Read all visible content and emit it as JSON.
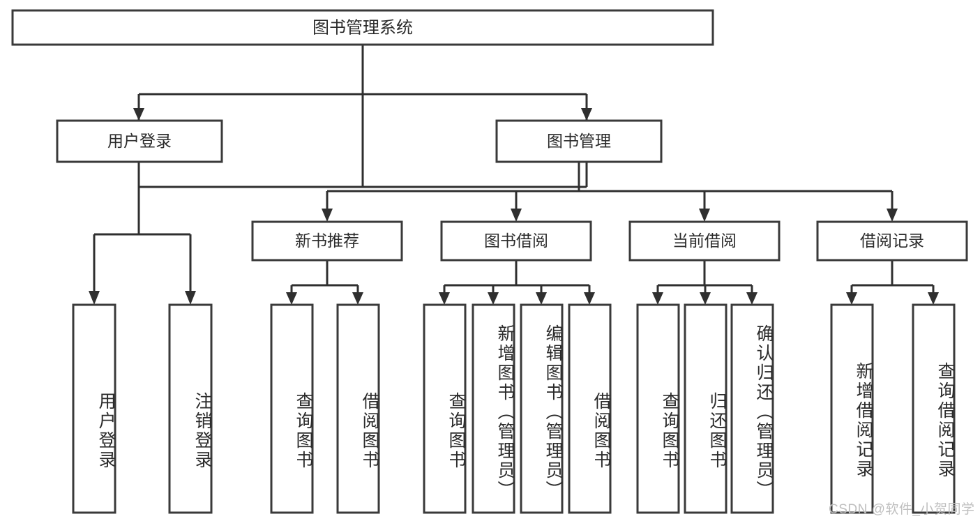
{
  "diagram": {
    "type": "tree-hierarchy",
    "title": "图书管理系统",
    "watermark": "CSDN @软件_小贺同学",
    "colors": {
      "background": "#ffffff",
      "box_stroke": "#3a3a3a",
      "connector": "#2f2f2f",
      "text": "#2b2b2b",
      "watermark": "#bfbfbf"
    },
    "root": {
      "label": "图书管理系统"
    },
    "level2": [
      {
        "label": "用户登录"
      },
      {
        "label": "图书管理"
      }
    ],
    "level3": [
      {
        "label": "新书推荐"
      },
      {
        "label": "图书借阅"
      },
      {
        "label": "当前借阅"
      },
      {
        "label": "借阅记录"
      }
    ],
    "leaves": {
      "user_login": [
        {
          "label": "用户登录"
        },
        {
          "label": "注销登录"
        }
      ],
      "new_book_recommend": [
        {
          "label": "查询图书"
        },
        {
          "label": "借阅图书"
        }
      ],
      "book_borrow": [
        {
          "label": "查询图书"
        },
        {
          "label": "新增图书（管理员）"
        },
        {
          "label": "编辑图书（管理员）"
        },
        {
          "label": "借阅图书"
        }
      ],
      "current_borrow": [
        {
          "label": "查询图书"
        },
        {
          "label": "归还图书"
        },
        {
          "label": "确认归还（管理员）"
        }
      ],
      "borrow_records": [
        {
          "label": "新增借阅记录"
        },
        {
          "label": "查询借阅记录"
        }
      ]
    }
  }
}
